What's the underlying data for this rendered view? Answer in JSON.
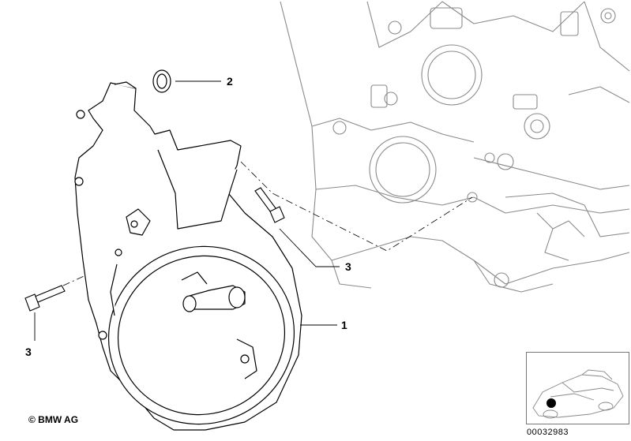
{
  "callouts": {
    "part_1": "1",
    "part_2": "2",
    "part_3_bolt_right": "3",
    "part_3_bolt_left": "3"
  },
  "footer": {
    "copyright": "© BMW AG",
    "diagram_number": "00032983"
  },
  "colors": {
    "line": "#000000",
    "engine_line": "#8a8a8a",
    "background": "#ffffff"
  }
}
